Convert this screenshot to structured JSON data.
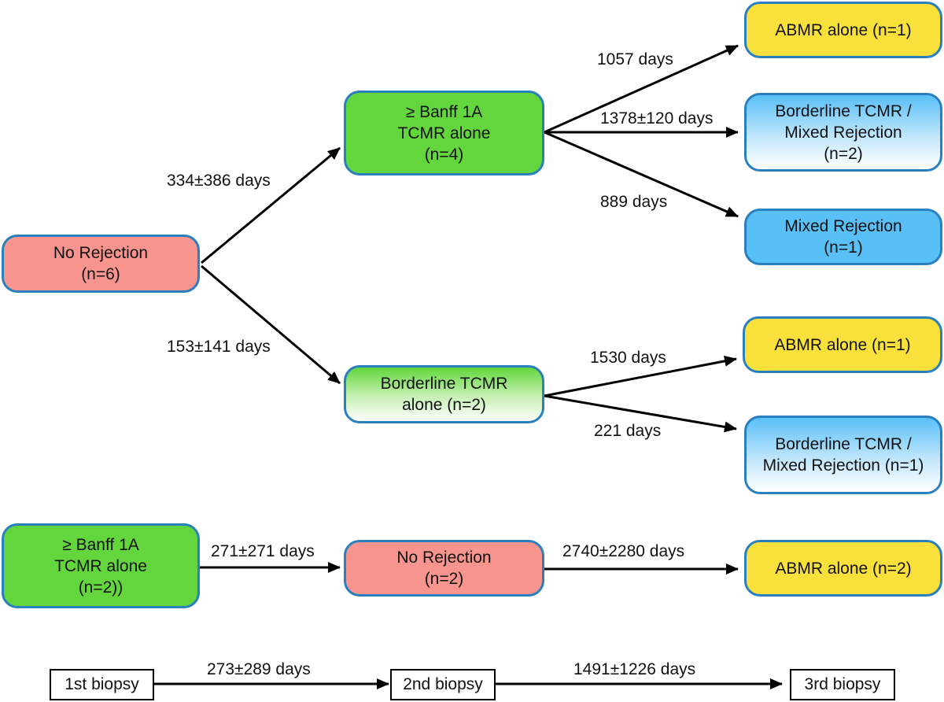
{
  "nodes": {
    "no_rejection_a": [
      "No Rejection",
      "(n=6)"
    ],
    "banff_a": [
      "≥ Banff 1A",
      "TCMR alone",
      "(n=4)"
    ],
    "borderline_a": [
      "Borderline TCMR",
      "alone (n=2)"
    ],
    "abmr_1": [
      "ABMR alone (n=1)"
    ],
    "borderline_mixed_2": [
      "Borderline TCMR /",
      "Mixed Rejection",
      "(n=2)"
    ],
    "mixed_1": [
      "Mixed Rejection",
      "(n=1)"
    ],
    "abmr_2": [
      "ABMR alone (n=1)"
    ],
    "borderline_mixed_1": [
      "Borderline TCMR /",
      "Mixed Rejection (n=1)"
    ],
    "banff_b": [
      "≥ Banff 1A",
      "TCMR alone",
      "(n=2))"
    ],
    "no_rejection_b": [
      "No Rejection",
      "(n=2)"
    ],
    "abmr_3": [
      "ABMR alone (n=2)"
    ]
  },
  "edges": {
    "e1": "334±386 days",
    "e2": "153±141 days",
    "e3": "1057 days",
    "e4": "1378±120 days",
    "e5": "889 days",
    "e6": "1530 days",
    "e7": "221 days",
    "e8": "271±271 days",
    "e9": "2740±2280 days"
  },
  "timeline": {
    "stage1": "1st biopsy",
    "stage2": "2nd biopsy",
    "stage3": "3rd biopsy",
    "interval1": "273±289 days",
    "interval2": "1491±1226 days"
  },
  "colors": {
    "no_rejection": "#f7948d",
    "banff_tcmr": "#63d63d",
    "abmr": "#f9e03a",
    "mixed_rejection": "#59bff7",
    "node_border": "#2a7fbf"
  }
}
